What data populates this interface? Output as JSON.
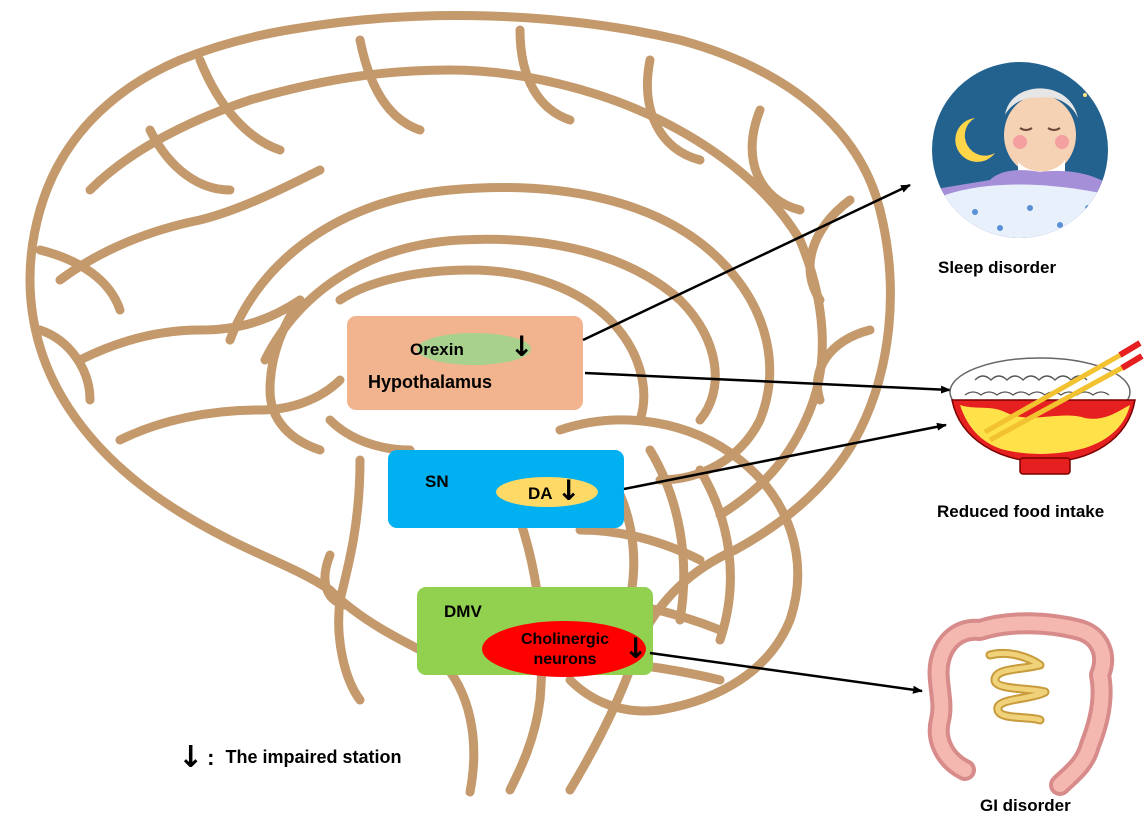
{
  "regions": {
    "hypothalamus": {
      "label": "Hypothalamus",
      "color": "#f2b48e",
      "marker": {
        "label": "Orexin",
        "arrow": "↓",
        "color": "#a9d18e"
      }
    },
    "sn": {
      "label": "SN",
      "color": "#00b0f0",
      "marker": {
        "label": "DA",
        "arrow": "↓",
        "color": "#ffd966"
      }
    },
    "dmv": {
      "label": "DMV",
      "color": "#92d050",
      "marker": {
        "label_line1": "Cholinergic",
        "label_line2": "neurons",
        "arrow": "↓",
        "color": "#ff0000"
      }
    }
  },
  "outcomes": {
    "sleep": {
      "label": "Sleep disorder",
      "icon": "sleeping-elderly-person-icon"
    },
    "food": {
      "label": "Reduced food intake",
      "icon": "rice-bowl-icon"
    },
    "gi": {
      "label": "GI disorder",
      "icon": "intestine-icon"
    }
  },
  "legend": {
    "symbol": "↓",
    "separator": ":",
    "text": "The impaired station"
  },
  "colors": {
    "brain_outline": "#c49a6c",
    "arrow": "#000000"
  }
}
